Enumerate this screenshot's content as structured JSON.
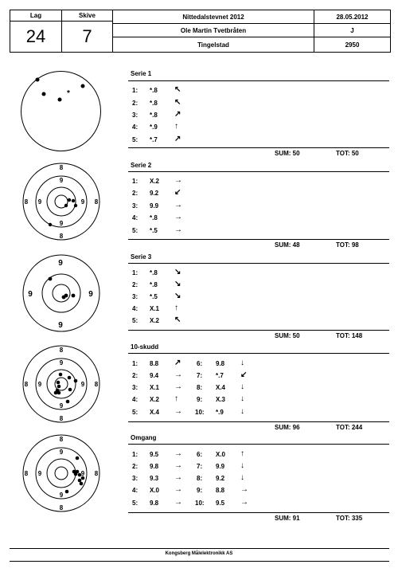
{
  "header": {
    "lag_label": "Lag",
    "lag_value": "24",
    "skive_label": "Skive",
    "skive_value": "7",
    "event": "Nittedalstevnet 2012",
    "date": "28.05.2012",
    "shooter": "Ole Martin Tvetbråten",
    "class": "J",
    "club": "Tingelstad",
    "number": "2950"
  },
  "series": [
    {
      "title": "Serie 1",
      "sum": "SUM: 50",
      "tot": "TOT: 50",
      "shots": [
        {
          "n": "1:",
          "score": "*.8",
          "arrow": "↖"
        },
        {
          "n": "2:",
          "score": "*.8",
          "arrow": "↖"
        },
        {
          "n": "3:",
          "score": "*.8",
          "arrow": "↗"
        },
        {
          "n": "4:",
          "score": "*.9",
          "arrow": "↑"
        },
        {
          "n": "5:",
          "score": "*.7",
          "arrow": "↗"
        }
      ]
    },
    {
      "title": "Serie 2",
      "sum": "SUM: 48",
      "tot": "TOT: 98",
      "shots": [
        {
          "n": "1:",
          "score": "X.2",
          "arrow": "→"
        },
        {
          "n": "2:",
          "score": "9.2",
          "arrow": "↙"
        },
        {
          "n": "3:",
          "score": "9.9",
          "arrow": "→"
        },
        {
          "n": "4:",
          "score": "*.8",
          "arrow": "→"
        },
        {
          "n": "5:",
          "score": "*.5",
          "arrow": "→"
        }
      ]
    },
    {
      "title": "Serie 3",
      "sum": "SUM: 50",
      "tot": "TOT: 148",
      "shots": [
        {
          "n": "1:",
          "score": "*.8",
          "arrow": "↘"
        },
        {
          "n": "2:",
          "score": "*.8",
          "arrow": "↘"
        },
        {
          "n": "3:",
          "score": "*.5",
          "arrow": "↘"
        },
        {
          "n": "4:",
          "score": "X.1",
          "arrow": "↑"
        },
        {
          "n": "5:",
          "score": "X.2",
          "arrow": "↖"
        }
      ]
    },
    {
      "title": "10-skudd",
      "sum": "SUM: 96",
      "tot": "TOT: 244",
      "shots": [
        {
          "n": "1:",
          "score": "8.8",
          "arrow": "↗"
        },
        {
          "n": "2:",
          "score": "9.4",
          "arrow": "→"
        },
        {
          "n": "3:",
          "score": "X.1",
          "arrow": "→"
        },
        {
          "n": "4:",
          "score": "X.2",
          "arrow": "↑"
        },
        {
          "n": "5:",
          "score": "X.4",
          "arrow": "→"
        },
        {
          "n": "6:",
          "score": "9.8",
          "arrow": "↓"
        },
        {
          "n": "7:",
          "score": "*.7",
          "arrow": "↙"
        },
        {
          "n": "8:",
          "score": "X.4",
          "arrow": "↓"
        },
        {
          "n": "9:",
          "score": "X.3",
          "arrow": "↓"
        },
        {
          "n": "10:",
          "score": "*.9",
          "arrow": "↓"
        }
      ]
    },
    {
      "title": "Omgang",
      "sum": "SUM: 91",
      "tot": "TOT: 335",
      "shots": [
        {
          "n": "1:",
          "score": "9.5",
          "arrow": "→"
        },
        {
          "n": "2:",
          "score": "9.8",
          "arrow": "→"
        },
        {
          "n": "3:",
          "score": "9.3",
          "arrow": "→"
        },
        {
          "n": "4:",
          "score": "X.0",
          "arrow": "→"
        },
        {
          "n": "5:",
          "score": "9.8",
          "arrow": "→"
        },
        {
          "n": "6:",
          "score": "X.0",
          "arrow": "↑"
        },
        {
          "n": "7:",
          "score": "9.9",
          "arrow": "↓"
        },
        {
          "n": "8:",
          "score": "9.2",
          "arrow": "↓"
        },
        {
          "n": "9:",
          "score": "8.8",
          "arrow": "→"
        },
        {
          "n": "10:",
          "score": "9.5",
          "arrow": "→"
        }
      ]
    }
  ],
  "targets": {
    "ring8": "8",
    "ring9": "9"
  },
  "footer": "Kongsberg Målelektronikk AS"
}
